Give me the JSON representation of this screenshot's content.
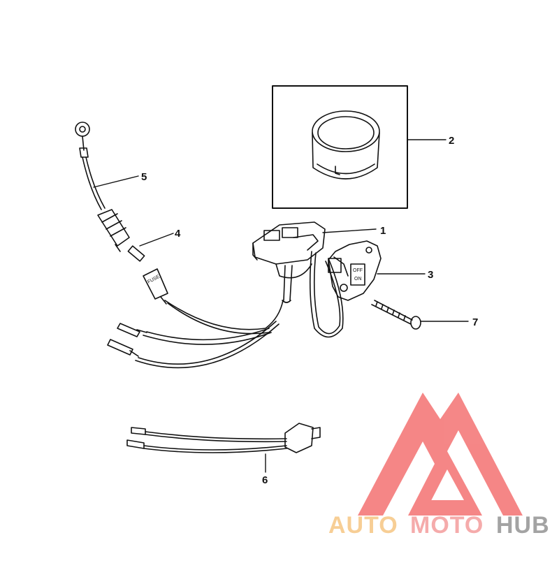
{
  "diagram": {
    "callouts": [
      {
        "id": "1",
        "label": "1"
      },
      {
        "id": "2",
        "label": "2"
      },
      {
        "id": "3",
        "label": "3"
      },
      {
        "id": "4",
        "label": "4"
      },
      {
        "id": "5",
        "label": "5"
      },
      {
        "id": "6",
        "label": "6"
      },
      {
        "id": "7",
        "label": "7"
      }
    ],
    "part_markings": {
      "fuse_holder": "FUSE",
      "switch_plate_top": "OFF",
      "switch_plate_bottom": "ON"
    }
  },
  "watermark": {
    "word_1": "AUTO",
    "word_2": "MOTO",
    "word_3": "HUB",
    "colors": {
      "logo": "#f47a7a",
      "auto": "#f7c98a",
      "moto": "#f4a3a3",
      "hub": "#9a9a9a"
    }
  }
}
